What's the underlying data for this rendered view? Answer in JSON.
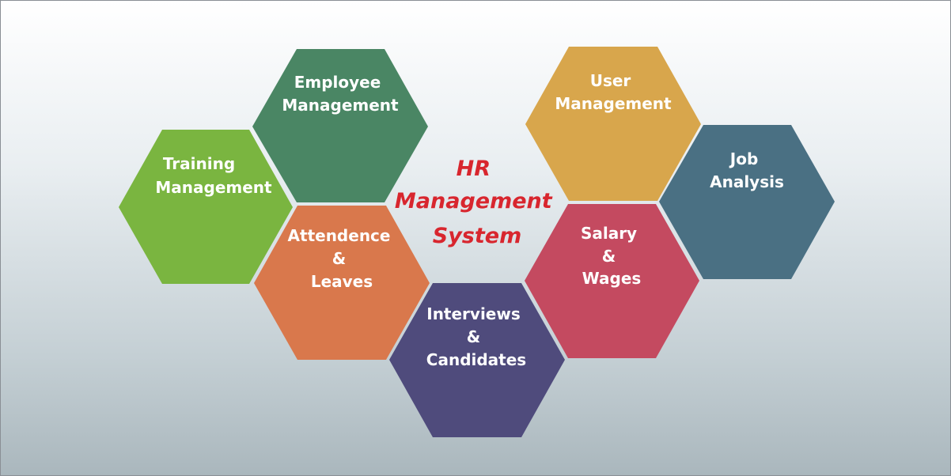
{
  "title": {
    "lines": [
      "HR",
      "Management",
      "System"
    ],
    "color": "#d8262e"
  },
  "modules": [
    {
      "id": "training",
      "lines": [
        "Training",
        "Management"
      ],
      "color": "#7ab540"
    },
    {
      "id": "employee",
      "lines": [
        "Employee",
        "Management"
      ],
      "color": "#4a8664"
    },
    {
      "id": "attendance",
      "lines": [
        "Attendence",
        "&",
        "Leaves"
      ],
      "color": "#d9784c"
    },
    {
      "id": "interviews",
      "lines": [
        "Interviews",
        "&",
        "Candidates"
      ],
      "color": "#4f4b7c"
    },
    {
      "id": "user",
      "lines": [
        "User",
        "Management"
      ],
      "color": "#d8a64c"
    },
    {
      "id": "salary",
      "lines": [
        "Salary",
        "&",
        "Wages"
      ],
      "color": "#c44a60"
    },
    {
      "id": "job",
      "lines": [
        "Job",
        "Analysis"
      ],
      "color": "#4a7083"
    }
  ]
}
